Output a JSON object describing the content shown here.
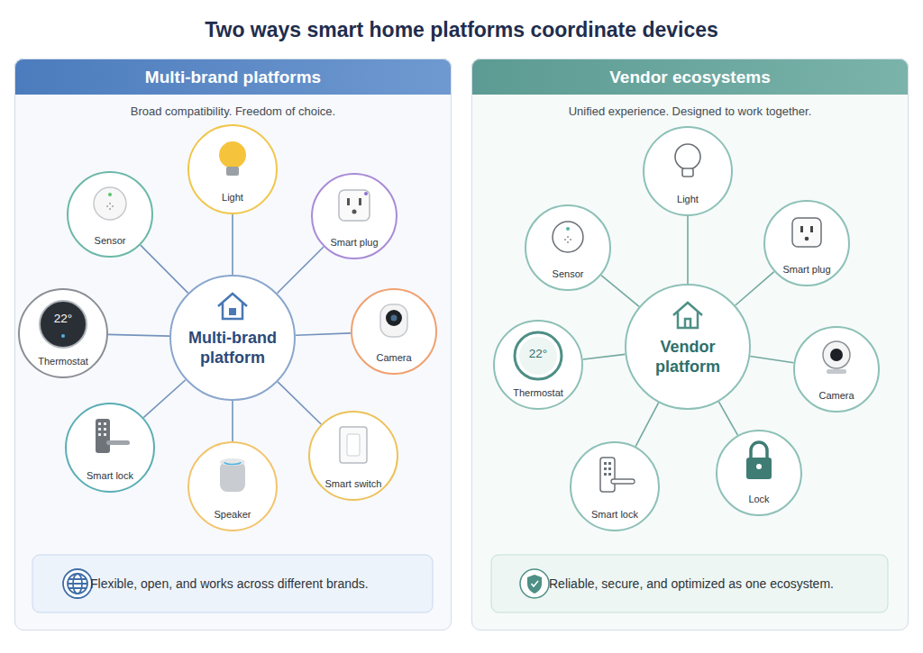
{
  "diagram": {
    "title": "Two ways smart home platforms coordinate devices",
    "nodes": [
      {
        "text": [
          "Multi-brand platforms",
          "Broad compatibility. Freedom of choice."
        ]
      },
      {
        "text": [
          "Multi-brand platform"
        ],
        "in": 0
      },
      {
        "text": [
          "Light"
        ],
        "in": 0
      },
      {
        "text": [
          "Smart plug"
        ],
        "in": 0
      },
      {
        "text": [
          "Camera"
        ],
        "in": 0
      },
      {
        "text": [
          "Smart switch"
        ],
        "in": 0
      },
      {
        "text": [
          "Speaker"
        ],
        "in": 0
      },
      {
        "text": [
          "Smart lock"
        ],
        "in": 0
      },
      {
        "text": [
          "22°",
          "Thermostat"
        ],
        "in": 0
      },
      {
        "text": [
          "Sensor"
        ],
        "in": 0
      },
      {
        "text": [
          "Flexible, open, and works across different brands."
        ],
        "in": 0
      },
      {
        "text": [
          "Vendor ecosystems",
          "Unified experience. Designed to work together."
        ]
      },
      {
        "text": [
          "Vendor platform"
        ],
        "in": 11
      },
      {
        "text": [
          "Light"
        ],
        "in": 11
      },
      {
        "text": [
          "Smart plug"
        ],
        "in": 11
      },
      {
        "text": [
          "Camera"
        ],
        "in": 11
      },
      {
        "text": [
          "Lock"
        ],
        "in": 11
      },
      {
        "text": [
          "Smart lock"
        ],
        "in": 11
      },
      {
        "text": [
          "22°",
          "Thermostat"
        ],
        "in": 11
      },
      {
        "text": [
          "Sensor"
        ],
        "in": 11
      },
      {
        "text": [
          "Reliable, secure, and optimized as one ecosystem."
        ],
        "in": 11
      }
    ],
    "edges": [
      {
        "from": 1,
        "to": 2,
        "arrow": "none"
      },
      {
        "from": 1,
        "to": 3,
        "arrow": "none"
      },
      {
        "from": 1,
        "to": 4,
        "arrow": "none"
      },
      {
        "from": 1,
        "to": 5,
        "arrow": "none"
      },
      {
        "from": 1,
        "to": 6,
        "arrow": "none"
      },
      {
        "from": 1,
        "to": 7,
        "arrow": "none"
      },
      {
        "from": 1,
        "to": 8,
        "arrow": "none"
      },
      {
        "from": 1,
        "to": 9,
        "arrow": "none"
      },
      {
        "from": 12,
        "to": 13,
        "arrow": "none"
      },
      {
        "from": 12,
        "to": 14,
        "arrow": "none"
      },
      {
        "from": 12,
        "to": 15,
        "arrow": "none"
      },
      {
        "from": 12,
        "to": 16,
        "arrow": "none"
      },
      {
        "from": 12,
        "to": 17,
        "arrow": "none"
      },
      {
        "from": 12,
        "to": 18,
        "arrow": "none"
      },
      {
        "from": 12,
        "to": 19,
        "arrow": "none"
      }
    ]
  }
}
